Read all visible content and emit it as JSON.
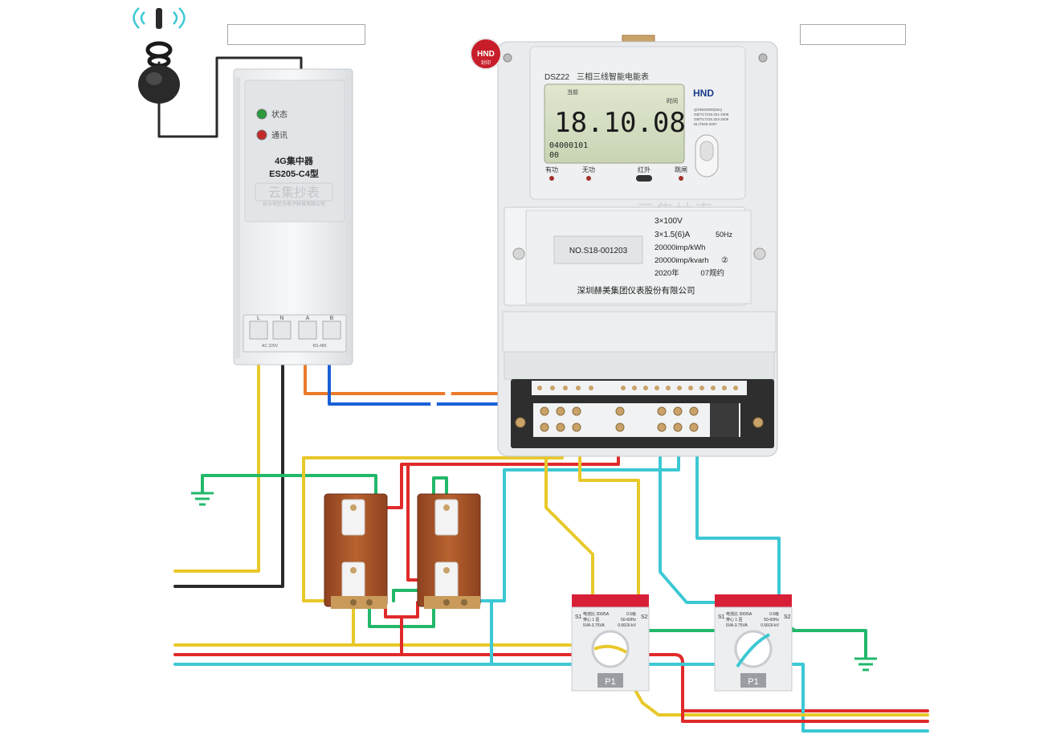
{
  "label_boxes": {
    "left": "",
    "right": ""
  },
  "concentrator": {
    "status_label": "状态",
    "comm_label": "通讯",
    "title_line1": "4G集中器",
    "title_line2": "ES205-C4型",
    "terminal_labels": [
      "L",
      "N",
      "A",
      "B"
    ],
    "terminal_sub_left": "AC 220V",
    "terminal_sub_right": "RS-485"
  },
  "watermark": {
    "title": "云集抄表",
    "subtitle": "长沙市壮为电子科技有限公司"
  },
  "meter": {
    "seal_text": "HND",
    "seal_sub": "封印",
    "model": "DSZ22",
    "name": "三相三线智能电能表",
    "brand": "HND",
    "lcd_top_left": "当前",
    "lcd_time_label": "时间",
    "lcd_main": "18.10.08",
    "lcd_code": "04000101",
    "lcd_small": "00",
    "indicators": [
      "有功",
      "无功",
      "红外",
      "跳闸"
    ],
    "voltage": "3×100V",
    "current": "3×1.5(6)A",
    "frequency": "50Hz",
    "constant_active": "20000imp/kWh",
    "constant_reactive": "20000imp/kvarh",
    "accuracy_reactive": "②",
    "year": "2020年",
    "protocol": "07规约",
    "serial": "NO.S18-001203",
    "manufacturer": "深圳赫美集团仪表股份有限公司",
    "cert_lines": [
      "Q/HND0000(051)",
      "GB/T17215.321-2008",
      "GB/T17215.323-2008",
      "DL/T645-2007"
    ]
  },
  "cts": [
    {
      "ratio": "电流比 300/5A",
      "class": "0.5级",
      "turns": "穿心 1 匝",
      "freq": "50-60Hz",
      "burden": "5VA-3.75VA",
      "insulation": "0.66/3/-kV",
      "p1": "P1",
      "s1": "S1",
      "s2": "S2"
    },
    {
      "ratio": "电流比 300/5A",
      "class": "0.5级",
      "turns": "穿心 1 匝",
      "freq": "50-60Hz",
      "burden": "5VA-3.75VA",
      "insulation": "0.66/3/-kV",
      "p1": "P1",
      "s1": "S1",
      "s2": "S2"
    }
  ],
  "colors": {
    "yellow": "#e8c82a",
    "red": "#e02a2a",
    "cyan": "#3cc8d4",
    "green": "#22b86b",
    "orange": "#ec7a2c",
    "blue": "#1a5fd6",
    "black": "#2a2a2a",
    "ct_red": "#d81f38",
    "pt_brown": "#a8542a"
  },
  "icons": [
    "antenna-icon",
    "ground-icon",
    "status-led-icon",
    "comm-led-icon"
  ]
}
